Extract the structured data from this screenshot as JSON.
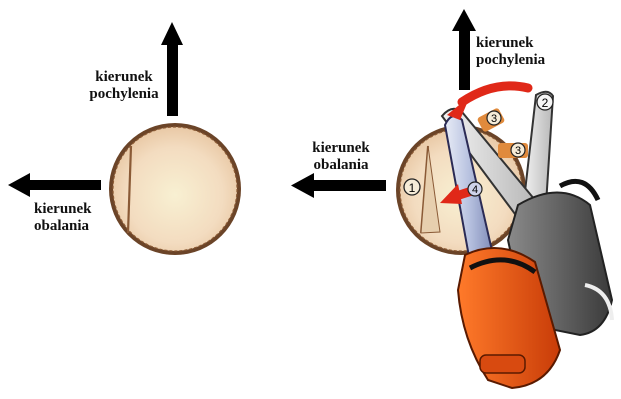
{
  "left_diagram": {
    "lean_label_line1": "kierunek",
    "lean_label_line2": "pochylenia",
    "fell_label_line1": "kierunek",
    "fell_label_line2": "obalania"
  },
  "right_diagram": {
    "lean_label_line1": "kierunek",
    "lean_label_line2": "pochylenia",
    "fell_label_line1": "kierunek",
    "fell_label_line2": "obalania",
    "step_marks": [
      "1",
      "2",
      "3",
      "3",
      "4"
    ]
  },
  "colors": {
    "wood": "#f3dcc0",
    "bark": "#5a3a22",
    "saw_orange": "#e8500f",
    "saw_gray": "#555555",
    "cut_arrow_red": "#e02818",
    "step_tag_orange": "#e08a3c"
  }
}
